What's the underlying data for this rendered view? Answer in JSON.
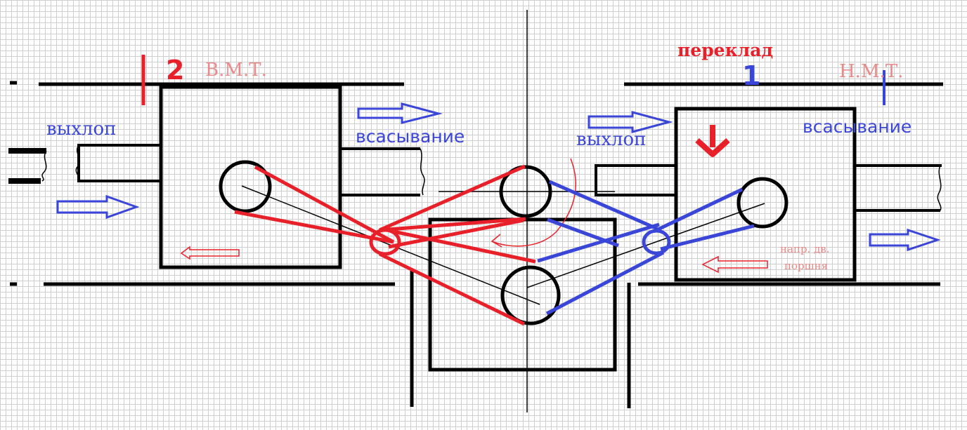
{
  "labels": {
    "exhaust_left": "выхлоп",
    "intake_left": "всасывание",
    "exhaust_right": "выхлоп",
    "intake_right": "всасывание",
    "number_2": "2",
    "number_1": "1",
    "tdc": "В.М.Т.",
    "bdc": "Н.М.Т.",
    "shift": "переклад",
    "piston_dir_line1": "напр. дв.",
    "piston_dir_line2": "поршня"
  },
  "colors": {
    "red": "#e8202a",
    "blue": "#3a46d8",
    "black": "#000000",
    "salmon": "#e88a8a"
  }
}
